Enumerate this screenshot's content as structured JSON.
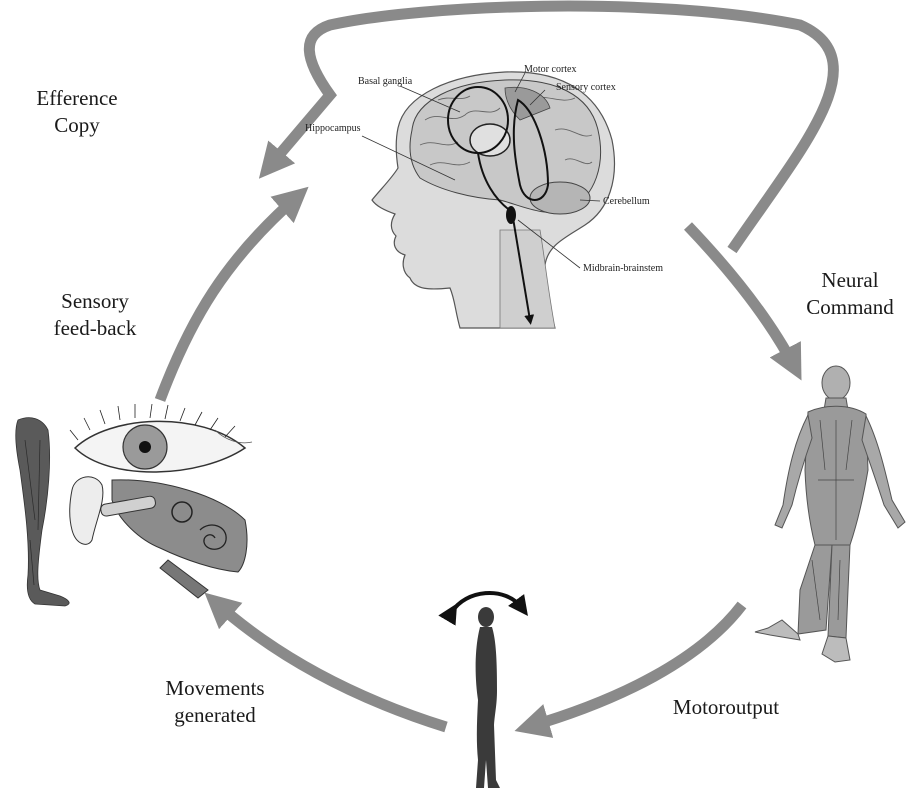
{
  "cycle_labels": {
    "efference_copy": [
      "Efference",
      "Copy"
    ],
    "neural_command": [
      "Neural",
      "Command"
    ],
    "motor_output": "Motoroutput",
    "movements_generated": [
      "Movements",
      "generated"
    ],
    "sensory_feedback": [
      "Sensory",
      "feed-back"
    ]
  },
  "brain_labels": {
    "basal_ganglia": "Basal ganglia",
    "motor_cortex": "Motor cortex",
    "sensory_cortex": "Sensory cortex",
    "hippocampus": "Hippocampus",
    "cerebellum": "Cerebellum",
    "midbrain_brainstem": "Midbrain-brainstem"
  },
  "colors": {
    "arrow": "#8a8a8a",
    "skin": "#dcdcdc",
    "brain": "#c8c8c8",
    "muscle": "#9a9a9a",
    "silhouette": "#3a3a3a"
  }
}
